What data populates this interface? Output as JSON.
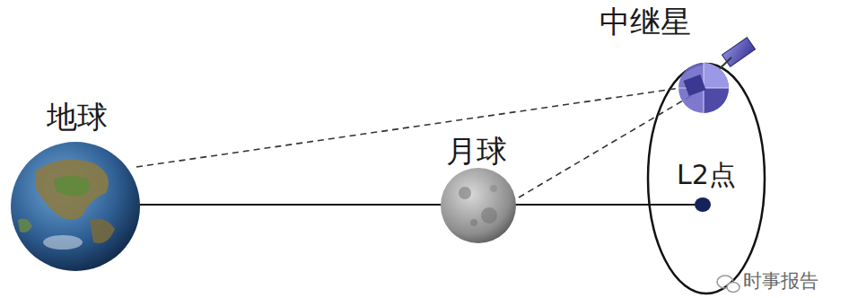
{
  "diagram": {
    "labels": [
      "地球",
      "月球",
      "中继星",
      "L2点",
      "时事报告"
    ]
  }
}
